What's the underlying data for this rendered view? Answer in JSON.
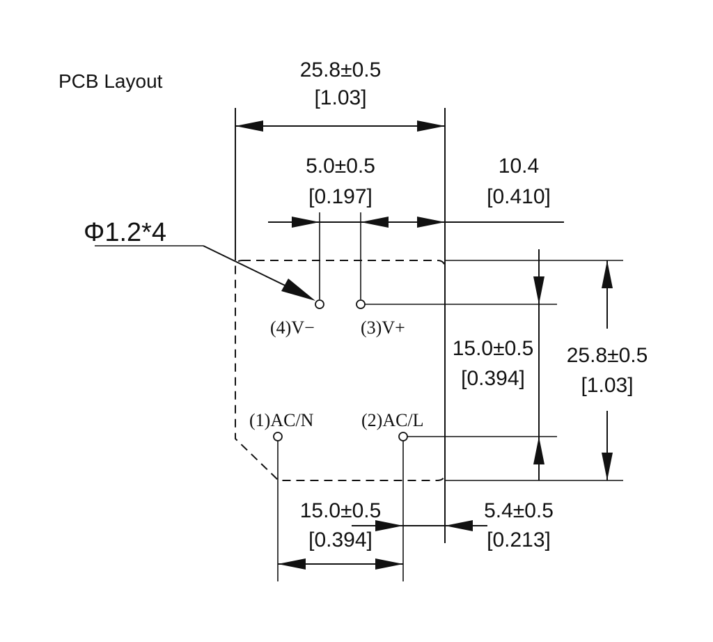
{
  "title": "PCB   Layout",
  "hole_spec": "Φ1.2*4",
  "pins": [
    {
      "label": "(4)V−"
    },
    {
      "label": "(3)V+"
    },
    {
      "label": "(1)AC/N"
    },
    {
      "label": "(2)AC/L"
    }
  ],
  "dimensions": {
    "top_width": {
      "mm": "25.8±0.5",
      "inch": "[1.03]"
    },
    "pin_pitch_top": {
      "mm": "5.0±0.5",
      "inch": "[0.197]"
    },
    "offset_right": {
      "mm": "10.4",
      "inch": "[0.410]"
    },
    "pin_pitch_vertical": {
      "mm": "15.0±0.5",
      "inch": "[0.394]"
    },
    "side_height": {
      "mm": "25.8±0.5",
      "inch": "[1.03]"
    },
    "pin_pitch_bottom": {
      "mm": "15.0±0.5",
      "inch": "[0.394]"
    },
    "offset_bottom_right": {
      "mm": "5.4±0.5",
      "inch": "[0.213]"
    }
  }
}
